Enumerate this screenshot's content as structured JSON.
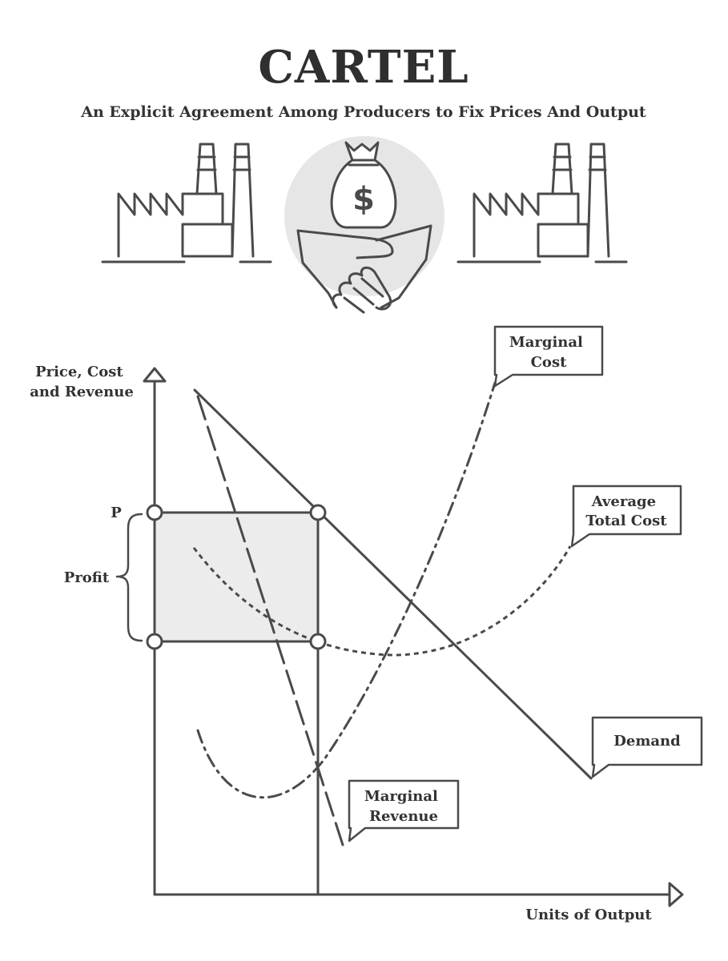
{
  "header": {
    "title": "CARTEL",
    "subtitle": "An Explicit Agreement Among Producers to Fix Prices And Output"
  },
  "icons": {
    "left": "factory-icon",
    "center": "money-bag-handshake-icon",
    "right": "factory-icon",
    "bag_symbol": "$"
  },
  "axes": {
    "y_label_line1": "Price, Cost",
    "y_label_line2": "and Revenue",
    "x_label": "Units of Output",
    "price_marker": "P",
    "profit_label": "Profit"
  },
  "callouts": {
    "marginal_cost": [
      "Marginal",
      "Cost"
    ],
    "average_total_cost": [
      "Average",
      "Total Cost"
    ],
    "demand": "Demand",
    "marginal_revenue": [
      "Marginal",
      "Revenue"
    ]
  },
  "colors": {
    "ink": "#4a4a4a",
    "profit_fill": "#ececec",
    "icon_circle": "#e6e6e6"
  }
}
